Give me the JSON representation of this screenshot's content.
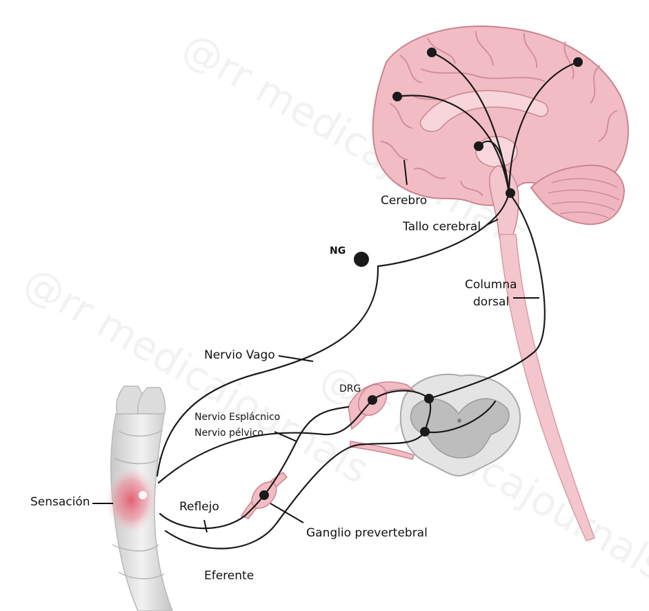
{
  "labels": {
    "cerebro": "Cerebro",
    "tallo_cerebral": "Tallo cerebral",
    "ng": "NG",
    "columna_dorsal_1": "Columna",
    "columna_dorsal_2": "dorsal",
    "nervio_vago": "Nervio Vago",
    "drg": "DRG",
    "nervio_esplacnico": "Nervio Esplácnico",
    "nervio_pelvico": "Nervio pélvico",
    "sensacion": "Sensación",
    "reflejo": "Reflejo",
    "ganglio_prevertebral": "Ganglio prevertebral",
    "eferente": "Eferente"
  },
  "watermark": "@rr medicajournals",
  "colors": {
    "brain": "#f2bcc4",
    "brain_line": "#c9848f",
    "spinal_cord": "#f3c6cd",
    "gray_matter": "#bdbdbd",
    "white_matter": "#e4e4e4",
    "colon": "#d9d9d9",
    "sensation_spot": "#e2576d",
    "nerve": "#1a1a1a"
  }
}
